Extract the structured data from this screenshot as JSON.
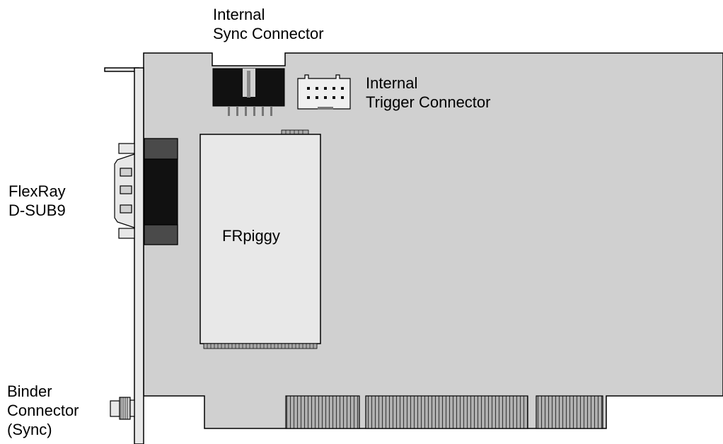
{
  "labels": {
    "sync_internal": [
      "Internal",
      "Sync Connector"
    ],
    "trigger_internal": [
      "Internal",
      "Trigger Connector"
    ],
    "flexray": [
      "FlexRay",
      "D-SUB9"
    ],
    "binder": [
      "Binder",
      "Connector",
      "(Sync)"
    ],
    "piggy": "FRpiggy"
  },
  "colors": {
    "board": "#d0d0d0",
    "piggy": "#e8e8e8",
    "connector_dark": "#111111",
    "connector_mid": "#444444",
    "outline": "#000000"
  }
}
